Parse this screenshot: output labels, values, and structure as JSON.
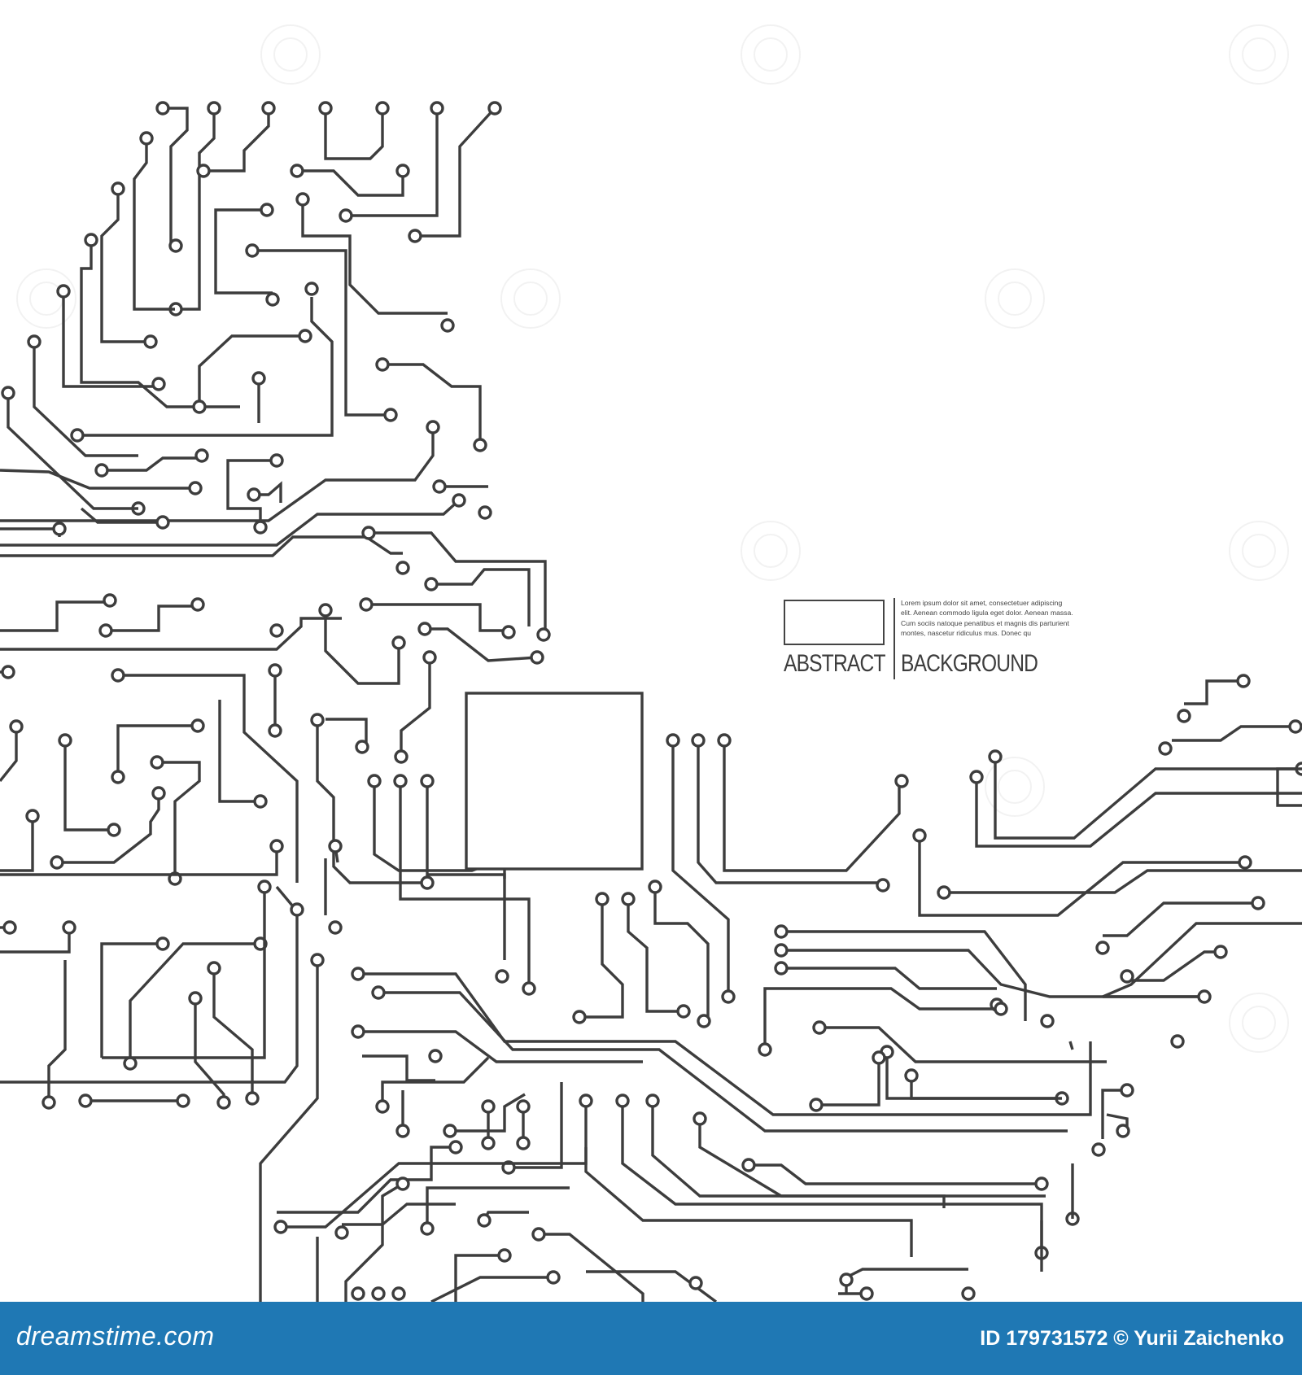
{
  "image": {
    "subject": "circuit board line-art vector illustration with text block",
    "colors": {
      "background": "#ffffff",
      "lines": "#3d3d3d",
      "footer_bar": "#1f78b4",
      "footer_text": "#ffffff"
    }
  },
  "title_block": {
    "lorem": "Lorem ipsum dolor sit amet, consectetuer adipiscing elit. Aenean commodo ligula eget dolor. Aenean massa. Cum sociis natoque penatibus et magnis dis parturient montes, nascetur ridiculus mus. Donec qu",
    "word_left": "ABSTRACT",
    "word_right": "BACKGROUND"
  },
  "footer": {
    "logo_text": "dreamstime.com",
    "credit": "ID 179731572 © Yurii Zaichenko"
  }
}
